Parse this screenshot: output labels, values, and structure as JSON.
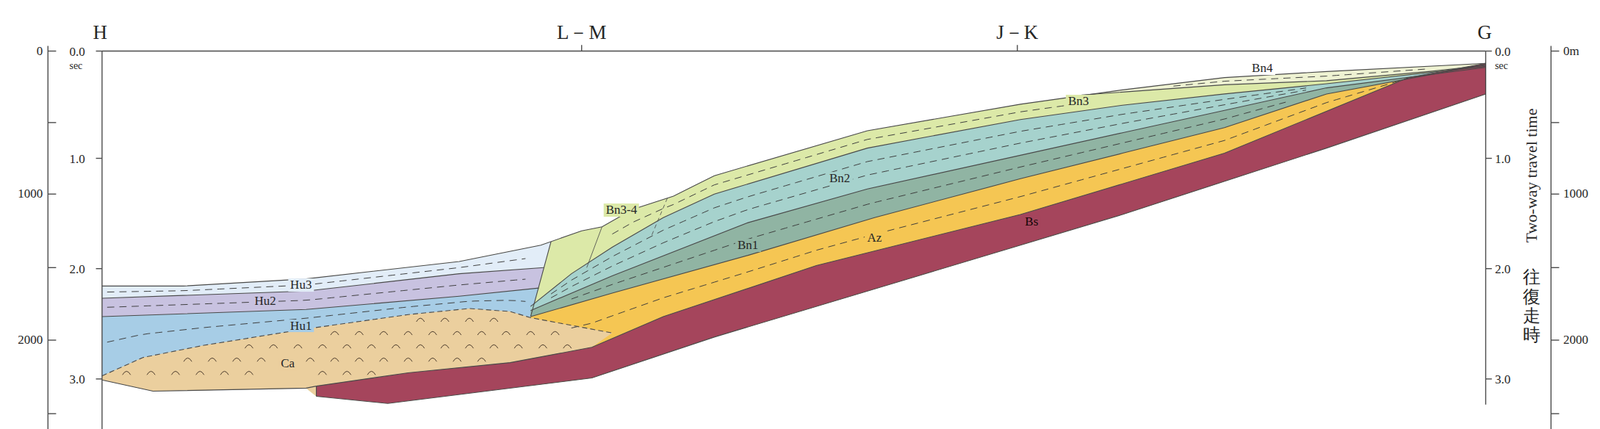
{
  "diagram": {
    "labels": [
      "H",
      "L－M",
      "J－K",
      "G",
      "0",
      "1000",
      "2000",
      "0.0",
      "sec",
      "1.0",
      "2.0",
      "3.0",
      "0.0",
      "sec",
      "1.0",
      "2.0",
      "3.0",
      "0m",
      "1000",
      "2000",
      "Two-way travel time",
      "往復走時",
      "Bn4",
      "Bn3",
      "Bn3-4",
      "Bn2",
      "Bn1",
      "Az",
      "Bs",
      "Hu3",
      "Hu2",
      "Hu1",
      "Ca"
    ]
  }
}
